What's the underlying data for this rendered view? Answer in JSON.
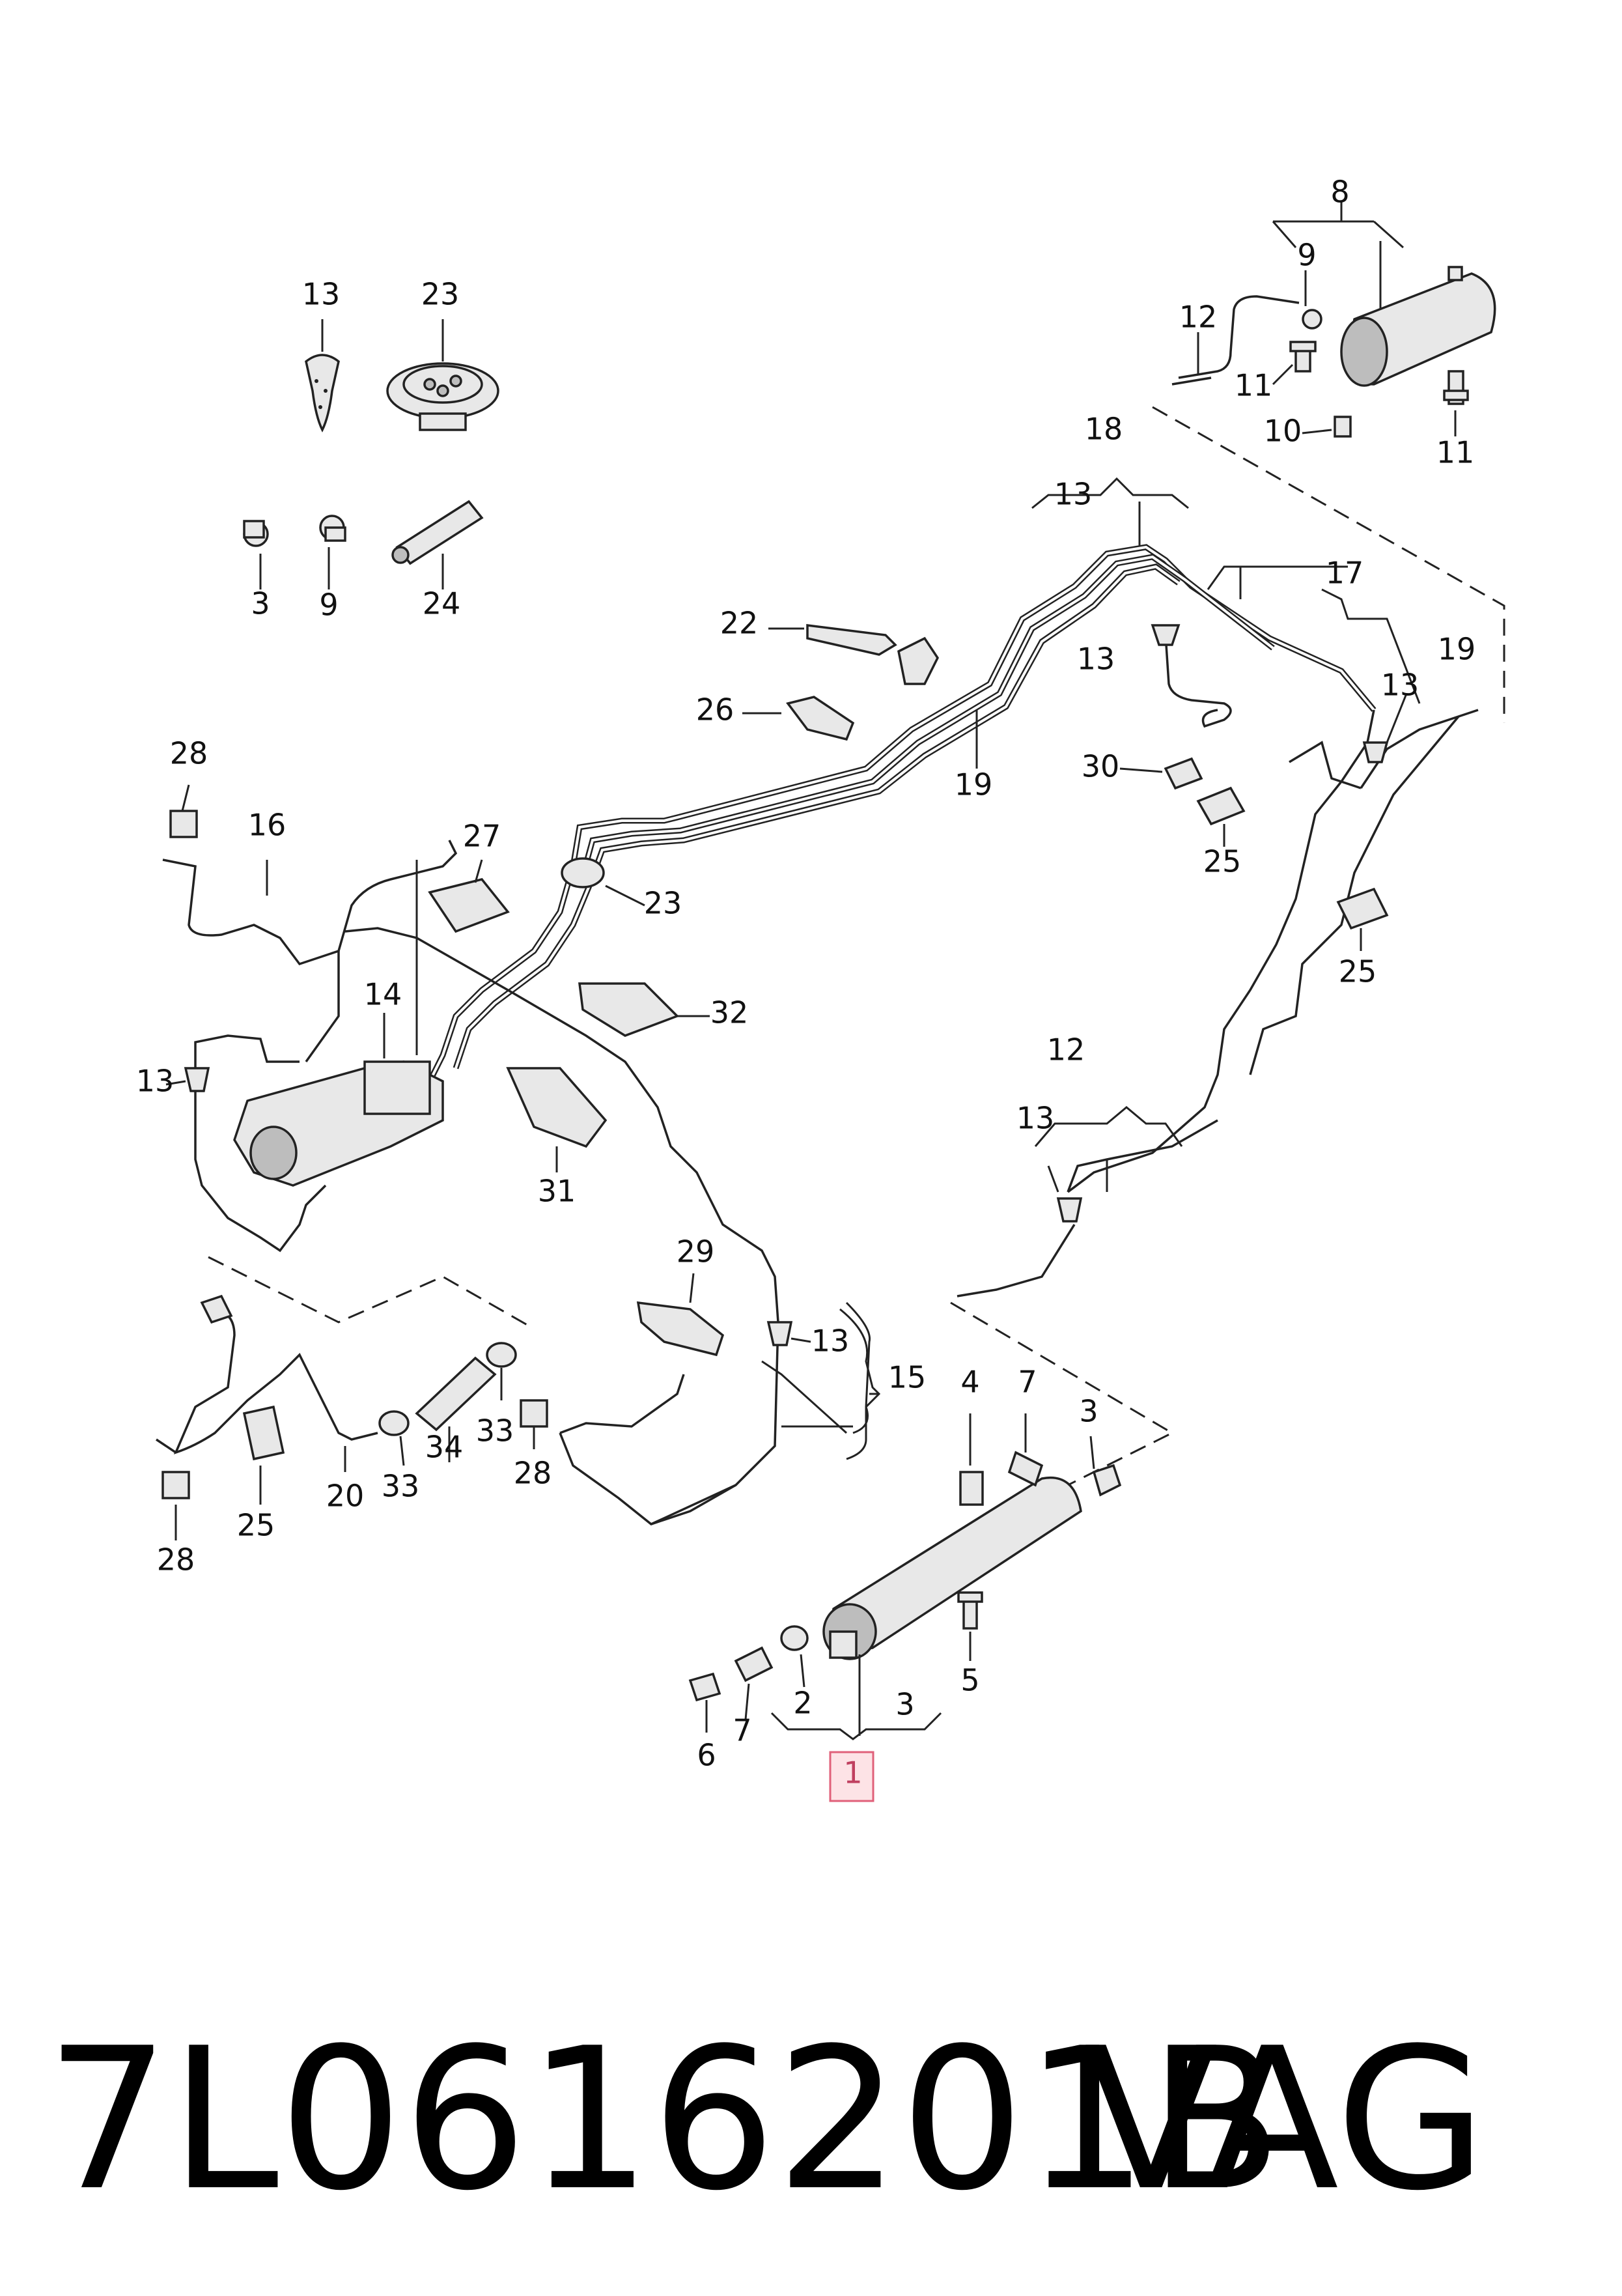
{
  "labels": {
    "p13a": "13",
    "p23a": "23",
    "p3a": "3",
    "p9a": "9",
    "p24": "24",
    "p8": "8",
    "p9b": "9",
    "p12a": "12",
    "p11a": "11",
    "p10": "10",
    "p11b": "11",
    "p18": "18",
    "p13b": "13",
    "p17": "17",
    "p22": "22",
    "p13c": "13",
    "p19a": "19",
    "p13d": "13",
    "p26": "26",
    "p19b": "19",
    "p30": "30",
    "p25a": "25",
    "p25b": "25",
    "p28a": "28",
    "p16": "16",
    "p27": "27",
    "p23b": "23",
    "p32": "32",
    "p14": "14",
    "p13e": "13",
    "p31": "31",
    "p12b": "12",
    "p13f": "13",
    "p29": "29",
    "p13g": "13",
    "p15": "15",
    "p4": "4",
    "p7a": "7",
    "p3b": "3",
    "p20": "20",
    "p33a": "33",
    "p34": "34",
    "p33b": "33",
    "p28b": "28",
    "p25c": "25",
    "p28c": "28",
    "p2": "2",
    "p3c": "3",
    "p5": "5",
    "p6": "6",
    "p7b": "7",
    "p1": "1"
  },
  "footer": {
    "part_number": "7L0616201B",
    "brand": "VAG"
  }
}
